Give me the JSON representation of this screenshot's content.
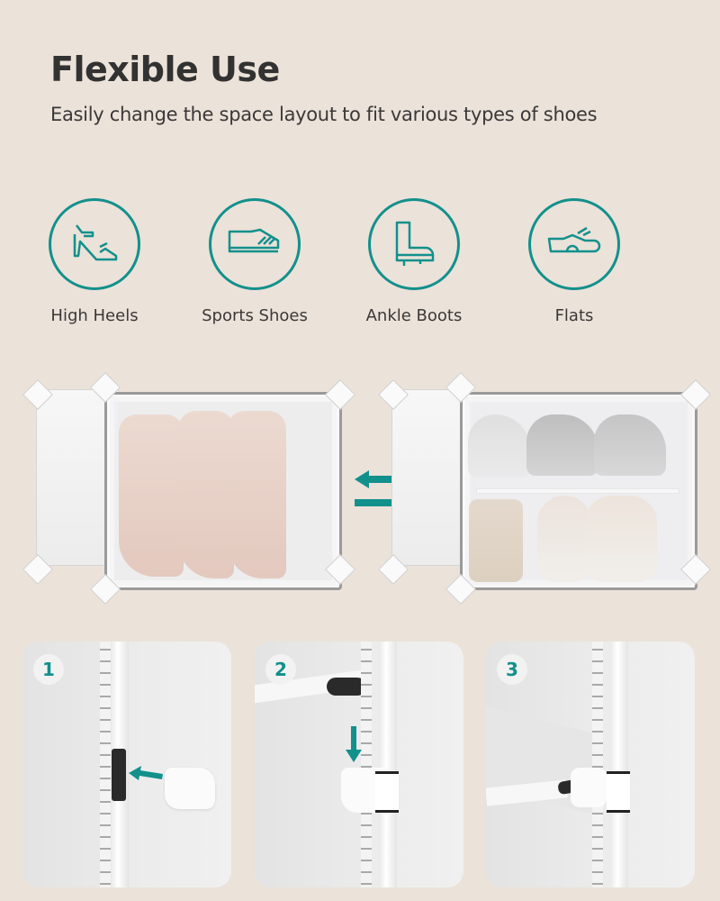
{
  "header": {
    "title": "Flexible Use",
    "subtitle": "Easily change the space layout to fit various types of shoes"
  },
  "shoe_types": [
    {
      "label": "High Heels",
      "icon": "high-heel-icon"
    },
    {
      "label": "Sports Shoes",
      "icon": "sneaker-icon"
    },
    {
      "label": "Ankle Boots",
      "icon": "boot-icon"
    },
    {
      "label": "Flats",
      "icon": "flat-shoe-icon"
    }
  ],
  "illustration": {
    "left_cabinet": "single compartment with three tall boots",
    "right_cabinet": "two shelves with sneakers on top and heels below",
    "arrows": "swap-arrows-icon"
  },
  "steps": [
    {
      "number": "1"
    },
    {
      "number": "2"
    },
    {
      "number": "3"
    }
  ],
  "colors": {
    "background": "#ebe2d9",
    "accent": "#12908c",
    "text": "#333232"
  }
}
